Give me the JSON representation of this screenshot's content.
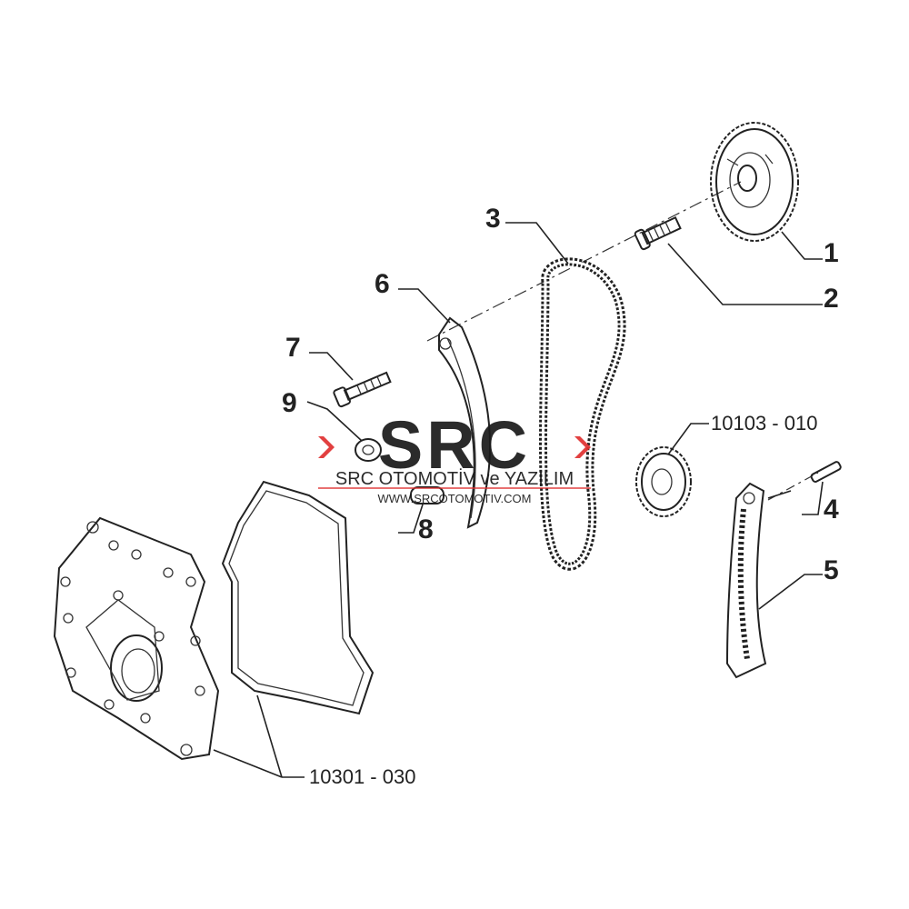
{
  "diagram": {
    "callouts": [
      {
        "id": "1",
        "text": "1"
      },
      {
        "id": "2",
        "text": "2"
      },
      {
        "id": "3",
        "text": "3"
      },
      {
        "id": "4",
        "text": "4"
      },
      {
        "id": "5",
        "text": "5"
      },
      {
        "id": "6",
        "text": "6"
      },
      {
        "id": "7",
        "text": "7"
      },
      {
        "id": "8",
        "text": "8"
      },
      {
        "id": "9",
        "text": "9"
      }
    ],
    "references": [
      {
        "id": "sprocket-ref",
        "text": "10103 - 010"
      },
      {
        "id": "cover-ref",
        "text": "10301 - 030"
      }
    ]
  },
  "watermark": {
    "logo_text": "SRC",
    "company": "SRC OTOMOTİV ve YAZILIM",
    "url": "WWW.SRCOTOMOTIV.COM",
    "accent_color": "#e03030"
  }
}
